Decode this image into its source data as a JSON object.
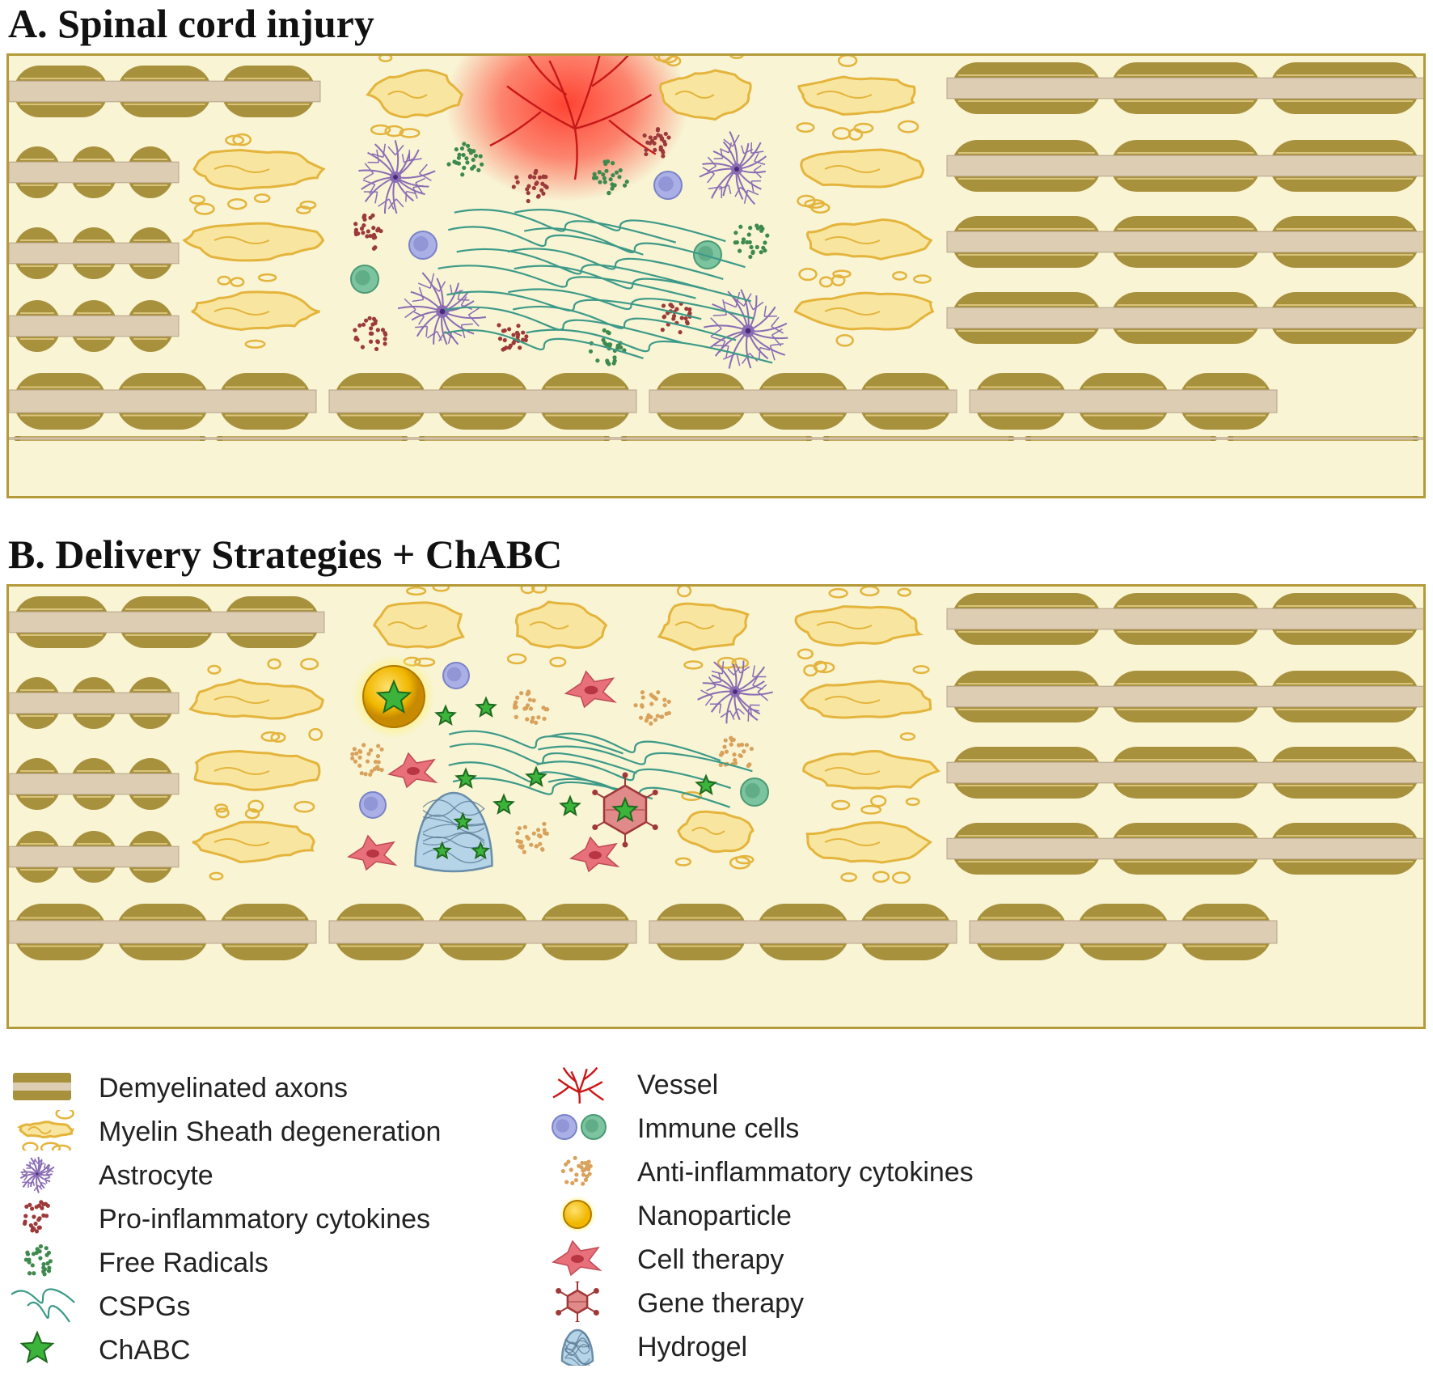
{
  "panel_a": {
    "title": "A. Spinal cord injury"
  },
  "panel_b": {
    "title": "B. Delivery Strategies + ChABC"
  },
  "legend": {
    "demyelinated_axons": "Demyelinated axons",
    "myelin_sheath_degeneration": "Myelin Sheath degeneration",
    "astrocyte": "Astrocyte",
    "pro_inflammatory_cytokines": "Pro-inflammatory cytokines",
    "free_radicals": "Free Radicals",
    "cspgs": "CSPGs",
    "chabc": "ChABC",
    "vessel": "Vessel",
    "immune_cells": "Immune cells",
    "anti_inflammatory_cytokines": "Anti-inflammatory cytokines",
    "nanoparticle": "Nanoparticle",
    "cell_therapy": "Cell therapy",
    "gene_therapy": "Gene therapy",
    "hydrogel": "Hydrogel"
  },
  "colors": {
    "tissue_background": "#f8f4d4",
    "myelin_gold": "#a8913c",
    "axon_core": "#dccdb3",
    "myelin_degeneration_fill": "#f8e6a0",
    "myelin_degeneration_stroke": "#e4b43c",
    "astrocyte": "#8a6cb4",
    "pro_inflammatory": "#9c3a3a",
    "free_radicals": "#3e8a4e",
    "anti_inflammatory": "#d9a25c",
    "cspgs": "#3d9a88",
    "immune_blue": "#aab0e6",
    "immune_green": "#7cc4a0",
    "vessel_red": "#c81818",
    "injury_glow": "#ff3a2a",
    "chabc_green": "#3cb43c",
    "nanoparticle_gold": "#f0b800",
    "cell_therapy_pink": "#e8707a",
    "gene_therapy_red": "#c85050",
    "hydrogel_blue": "#b6d4e8"
  },
  "icons": [
    "demyelinated-axon-icon",
    "myelin-degeneration-icon",
    "astrocyte-icon",
    "cytokine-dots-icon",
    "cspg-fiber-icon",
    "star-icon",
    "vessel-icon",
    "immune-cell-icon",
    "nanoparticle-icon",
    "cell-therapy-icon",
    "gene-therapy-icon",
    "hydrogel-icon"
  ]
}
